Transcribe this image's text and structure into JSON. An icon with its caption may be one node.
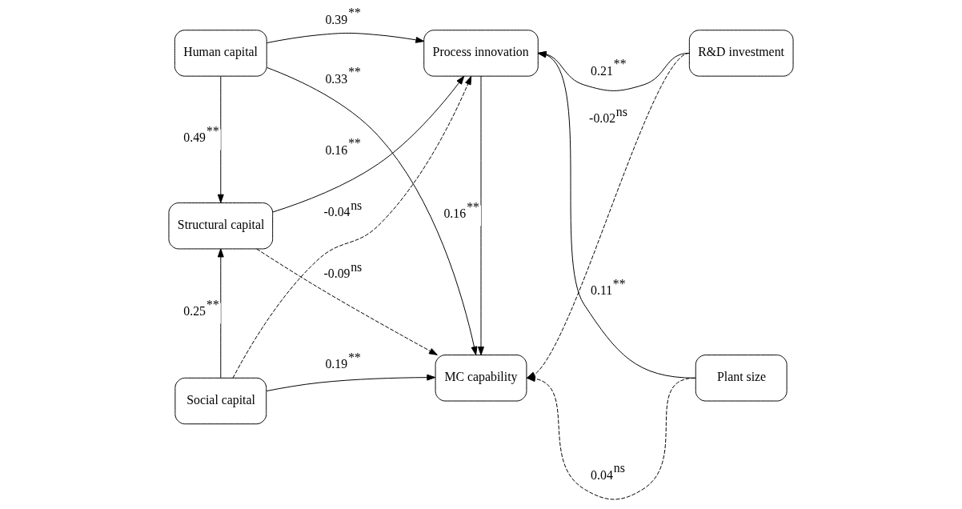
{
  "diagram": {
    "nodes": [
      {
        "text": [
          "Human capital"
        ]
      },
      {
        "text": [
          "Structural capital"
        ]
      },
      {
        "text": [
          "Social capital"
        ]
      },
      {
        "text": [
          "Process innovation"
        ]
      },
      {
        "text": [
          "MC capability"
        ]
      },
      {
        "text": [
          "R&D investment"
        ]
      },
      {
        "text": [
          "Plant size"
        ]
      }
    ],
    "edges": [
      {
        "from": 0,
        "to": 1,
        "arrow": "to",
        "label": "0.49$^{**}$"
      },
      {
        "from": 2,
        "to": 1,
        "arrow": "to",
        "label": "0.25$^{**}$"
      },
      {
        "from": 0,
        "to": 3,
        "arrow": "to",
        "label": "0.39$^{**}$"
      },
      {
        "from": 0,
        "to": 4,
        "arrow": "to",
        "label": "0.33$^{**}$"
      },
      {
        "from": 1,
        "to": 3,
        "arrow": "to",
        "label": "0.16$^{**}$"
      },
      {
        "from": 1,
        "to": 4,
        "arrow": "to",
        "label": "-0.09$^{ns}$",
        "style": "dashed"
      },
      {
        "from": 2,
        "to": 3,
        "arrow": "to",
        "label": "-0.04$^{ns}$",
        "style": "dashed"
      },
      {
        "from": 2,
        "to": 4,
        "arrow": "to",
        "label": "0.19$^{**}$"
      },
      {
        "from": 3,
        "to": 4,
        "arrow": "to",
        "label": "0.16$^{**}$"
      },
      {
        "from": 5,
        "to": 3,
        "arrow": "to",
        "label": "0.21$^{**}$"
      },
      {
        "from": 5,
        "to": 4,
        "arrow": "to",
        "label": "-0.02$^{ns}$",
        "style": "dashed"
      },
      {
        "from": 6,
        "to": 3,
        "arrow": "to",
        "label": "0.11$^{**}$"
      },
      {
        "from": 6,
        "to": 4,
        "arrow": "to",
        "label": "0.04$^{ns}$",
        "style": "dashed"
      }
    ]
  }
}
